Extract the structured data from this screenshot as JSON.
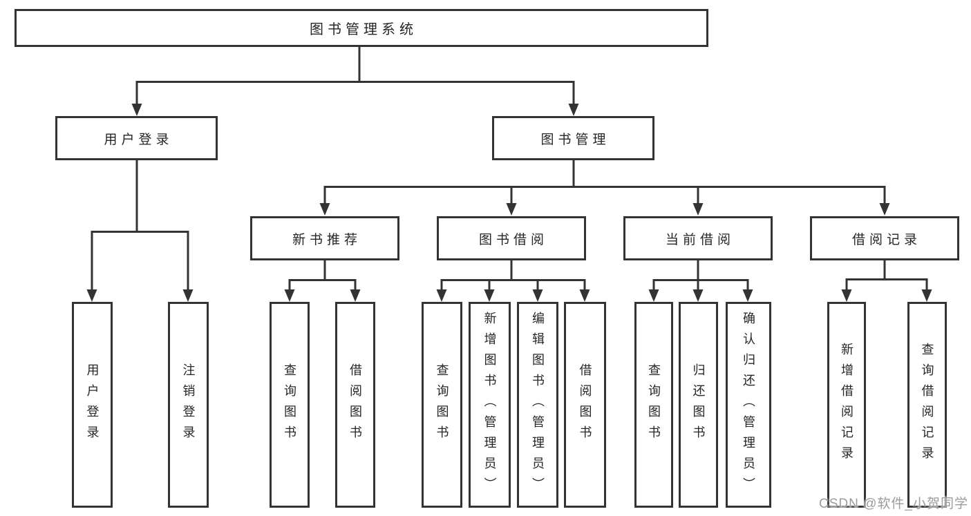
{
  "tree": {
    "root": {
      "label": "图书管理系统",
      "children": [
        {
          "label": "用户登录",
          "leaves": [
            "用户登录",
            "注销登录"
          ]
        },
        {
          "label": "图书管理",
          "children": [
            {
              "label": "新书推荐",
              "leaves": [
                "查询图书",
                "借阅图书"
              ]
            },
            {
              "label": "图书借阅",
              "leaves": [
                "查询图书",
                "新增图书（管理员）",
                "编辑图书（管理员）",
                "借阅图书"
              ]
            },
            {
              "label": "当前借阅",
              "leaves": [
                "查询图书",
                "归还图书",
                "确认归还（管理员）"
              ]
            },
            {
              "label": "借阅记录",
              "leaves": [
                "新增借阅记录",
                "查询借阅记录"
              ]
            }
          ]
        }
      ]
    }
  },
  "watermark": {
    "text": "CSDN @软件_小贺同学"
  },
  "colors": {
    "line": "#333333",
    "text": "#262626",
    "background": "#ffffff",
    "watermark": "#9b9b9b"
  }
}
